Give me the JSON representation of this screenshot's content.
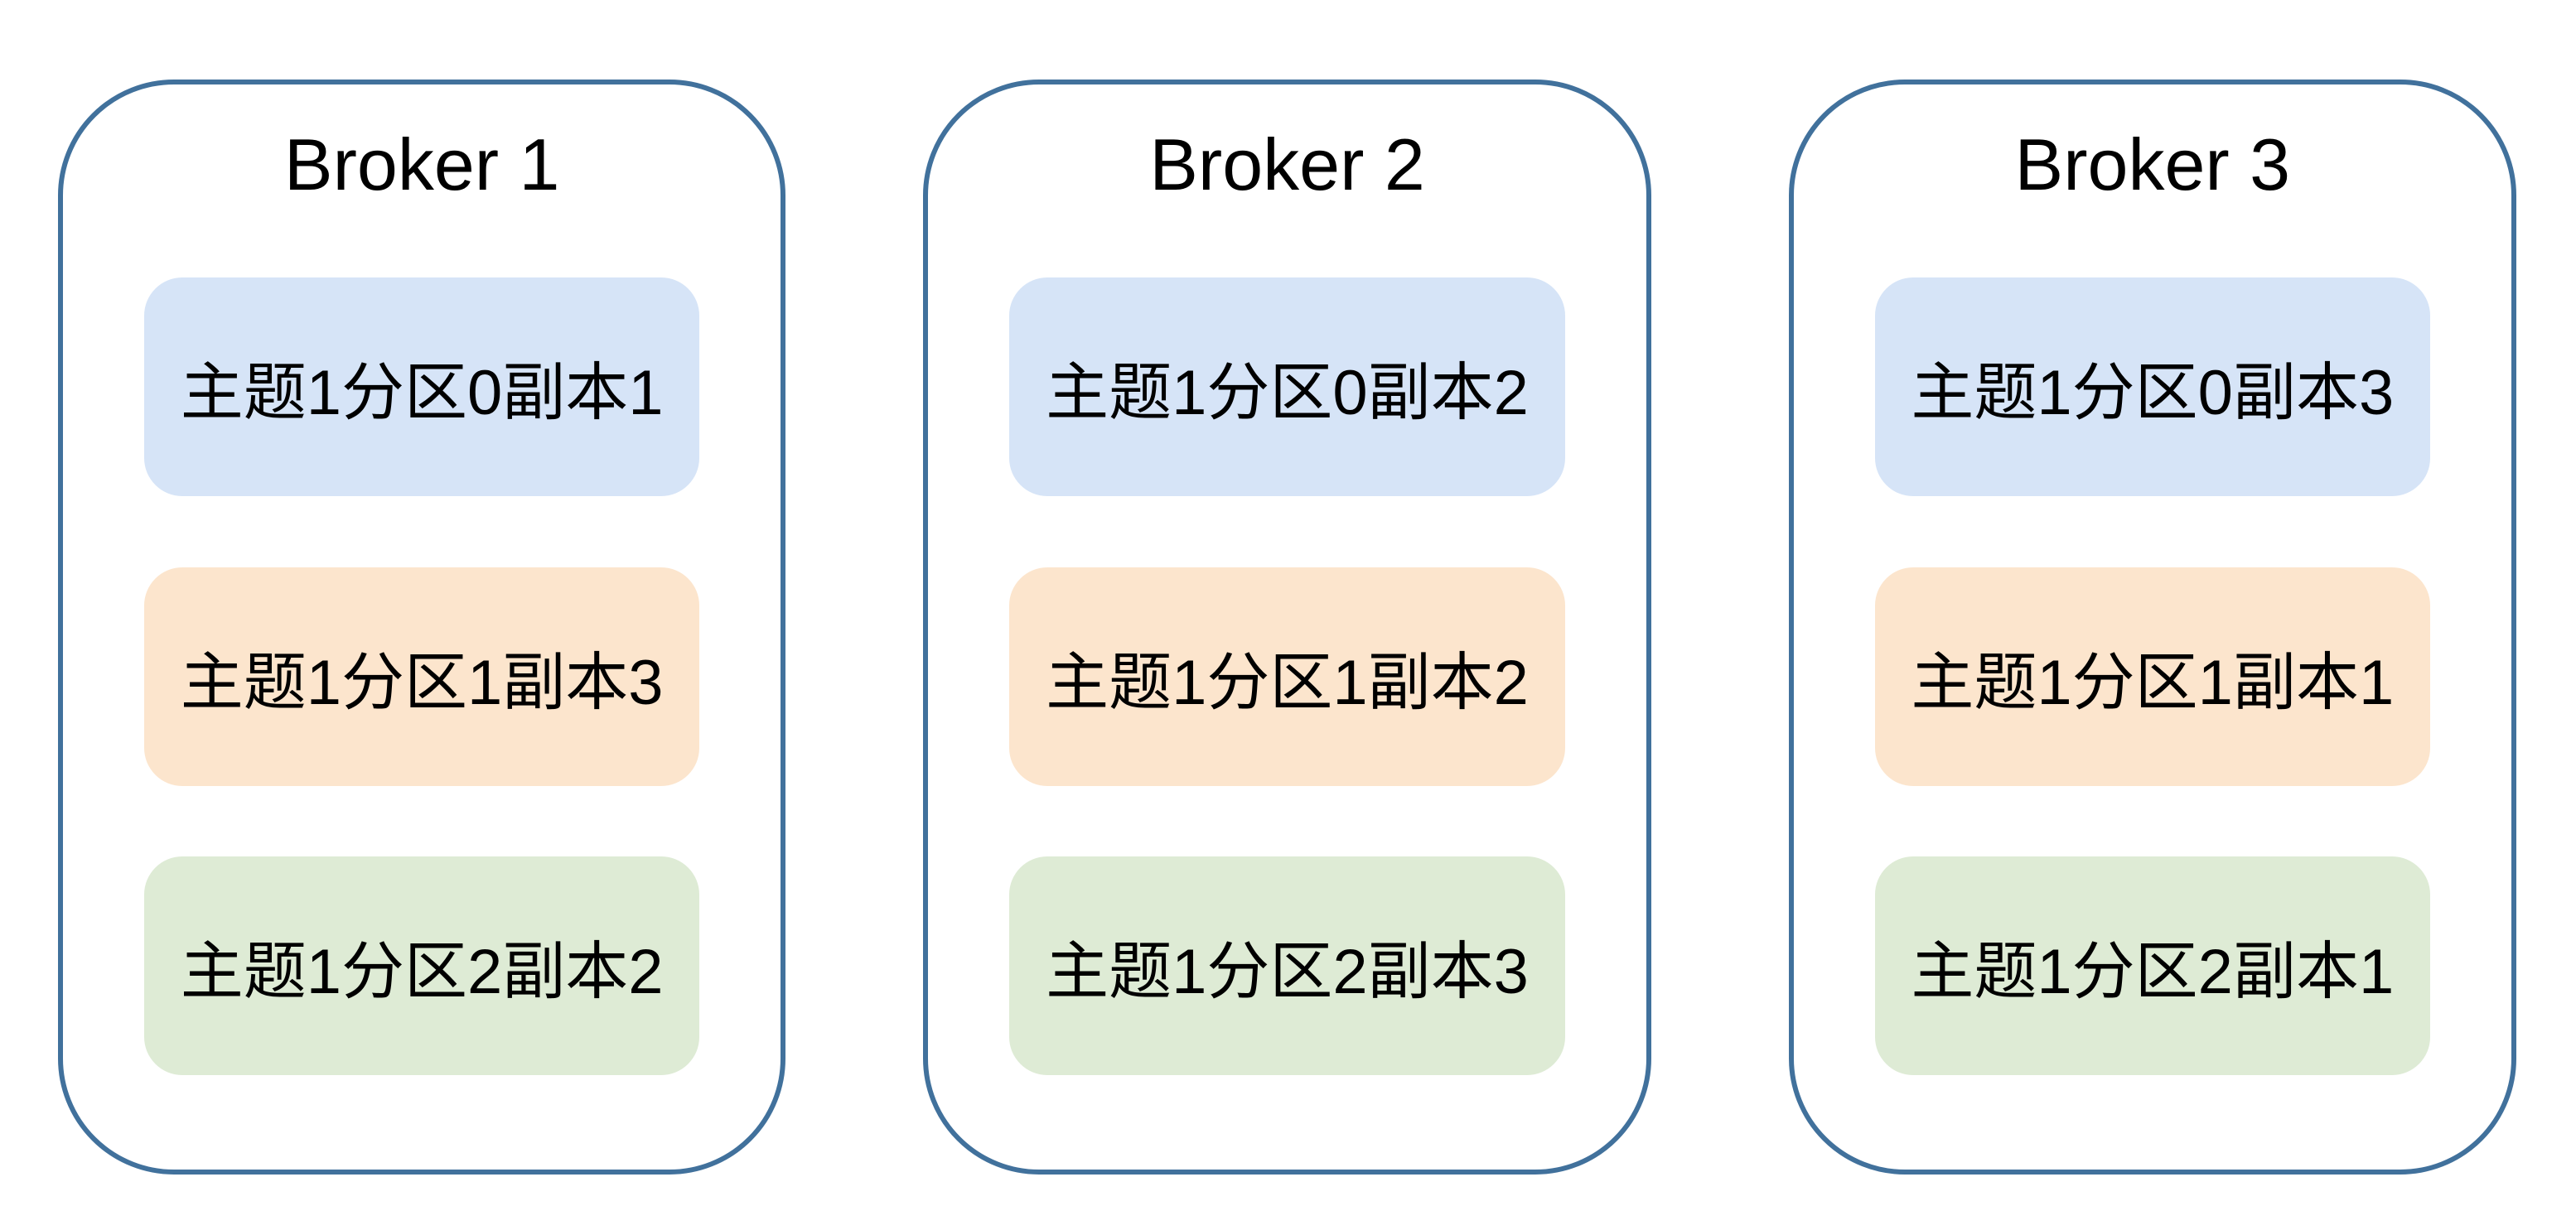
{
  "diagram": {
    "description_type": "kafka-broker-replica-distribution",
    "brokers": [
      {
        "title": "Broker 1",
        "replicas": [
          {
            "label": "主题1分区0副本1",
            "color": "blue"
          },
          {
            "label": "主题1分区1副本3",
            "color": "orange"
          },
          {
            "label": "主题1分区2副本2",
            "color": "green"
          }
        ]
      },
      {
        "title": "Broker 2",
        "replicas": [
          {
            "label": "主题1分区0副本2",
            "color": "blue"
          },
          {
            "label": "主题1分区1副本2",
            "color": "orange"
          },
          {
            "label": "主题1分区2副本3",
            "color": "green"
          }
        ]
      },
      {
        "title": "Broker 3",
        "replicas": [
          {
            "label": "主题1分区0副本3",
            "color": "blue"
          },
          {
            "label": "主题1分区1副本1",
            "color": "orange"
          },
          {
            "label": "主题1分区2副本1",
            "color": "green"
          }
        ]
      }
    ],
    "colors": {
      "broker_border": "#41719C",
      "blue": "#D6E4F7",
      "orange": "#FCE5CD",
      "green": "#DEEBD5",
      "text": "#000000",
      "background": "#FFFFFF"
    }
  }
}
